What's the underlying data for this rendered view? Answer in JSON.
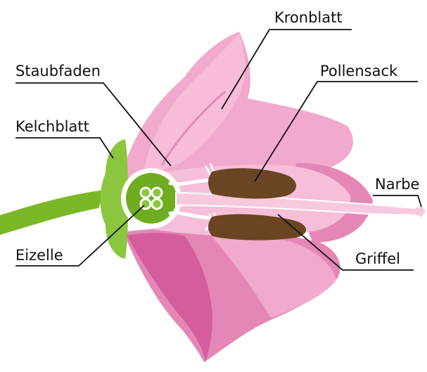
{
  "labels": {
    "kronblatt": "Kronblatt",
    "staubfaden": "Staubfaden",
    "pollensack": "Pollensack",
    "kelchblatt": "Kelchblatt",
    "narbe": "Narbe",
    "eizelle": "Eizelle",
    "griffel": "Griffel"
  },
  "colors": {
    "petal": "#f1a9cd",
    "petal_dark": "#d45d9c",
    "petal_mid": "#e487b7",
    "inner_petal": "#f5bfd9",
    "sepal": "#8cc63f",
    "stem": "#7ab827",
    "ovary": "#6fac1f",
    "anther": "#6b4423",
    "style": "#f7c9df",
    "line": "#111111"
  }
}
